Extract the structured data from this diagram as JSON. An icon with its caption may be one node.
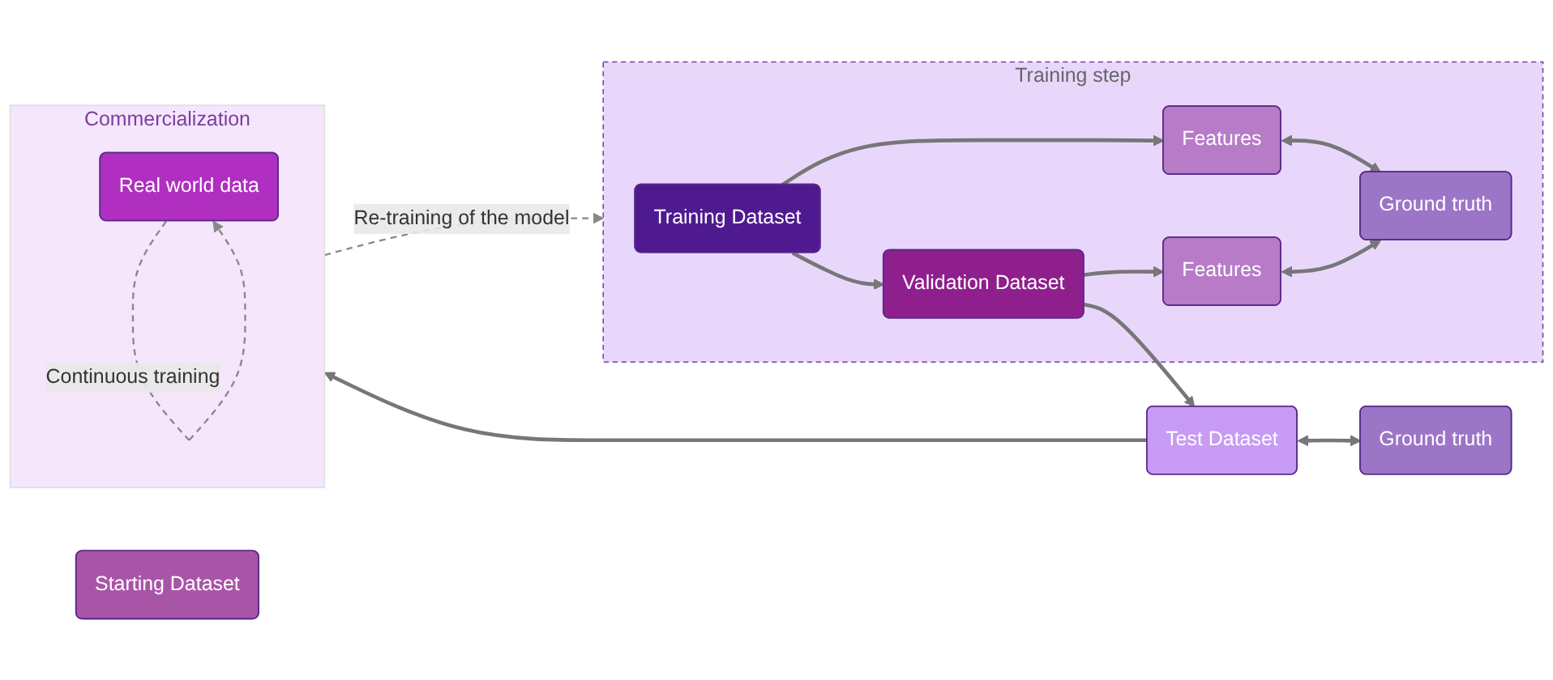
{
  "diagram": {
    "nodes": [
      {
        "text": [
          "Starting Dataset"
        ]
      },
      {
        "text": [
          "Training step"
        ]
      },
      {
        "text": [
          "Training Dataset"
        ],
        "in": 1
      },
      {
        "text": [
          "Validation Dataset"
        ],
        "in": 1
      },
      {
        "text": [
          "Features"
        ],
        "in": 1
      },
      {
        "text": [
          "Features"
        ],
        "in": 1
      },
      {
        "text": [
          "Ground truth"
        ],
        "in": 1
      },
      {
        "text": [
          "Test Dataset"
        ]
      },
      {
        "text": [
          "Ground truth"
        ]
      },
      {
        "text": [
          "Commercialization"
        ]
      },
      {
        "text": [
          "Real world data"
        ],
        "in": 9
      }
    ],
    "edges": [
      {
        "from": 2,
        "to": 3,
        "arrow": "to"
      },
      {
        "from": 3,
        "to": 7,
        "arrow": "to"
      },
      {
        "from": 7,
        "to": 9,
        "arrow": "to"
      },
      {
        "from": 2,
        "to": 4,
        "arrow": "to"
      },
      {
        "from": 3,
        "to": 5,
        "arrow": "to"
      },
      {
        "from": 4,
        "to": 6,
        "arrow": "both"
      },
      {
        "from": 5,
        "to": 6,
        "arrow": "both"
      },
      {
        "from": 7,
        "to": 8,
        "arrow": "both"
      },
      {
        "from": 10,
        "to": 10,
        "arrow": "to",
        "label": "Continuous training",
        "style": "dashed"
      },
      {
        "from": 9,
        "to": 1,
        "arrow": "to",
        "label": "Re-training of the model",
        "style": "dashed"
      }
    ]
  }
}
